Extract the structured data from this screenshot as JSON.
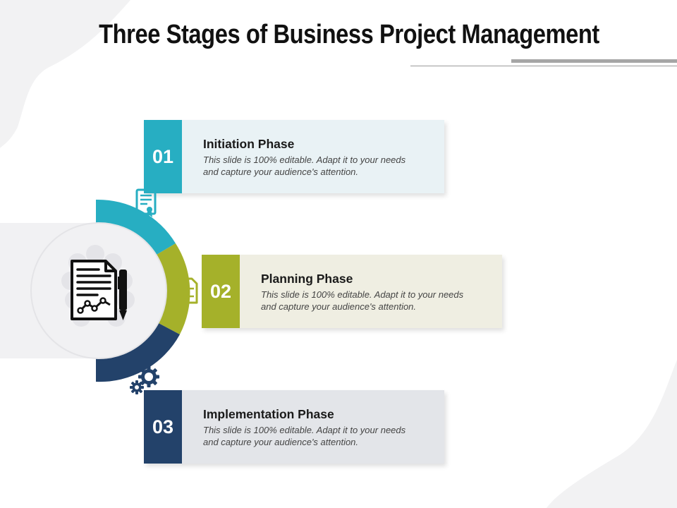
{
  "slide": {
    "title": "Three Stages of Business Project Management"
  },
  "colors": {
    "teal": "#27aec2",
    "olive": "#a5b12a",
    "navy": "#23426a"
  },
  "phases": [
    {
      "number": "01",
      "title": "Initiation Phase",
      "description": "This slide is 100% editable. Adapt it to your needs and capture your audience's attention.",
      "icon": "certificate-icon"
    },
    {
      "number": "02",
      "title": "Planning Phase",
      "description": "This slide is 100% editable. Adapt it to your needs and capture your audience's attention.",
      "icon": "checklist-icon"
    },
    {
      "number": "03",
      "title": "Implementation Phase",
      "description": "This slide is 100% editable. Adapt it to your needs and capture your audience's attention.",
      "icon": "gears-icon"
    }
  ],
  "hub": {
    "icon": "report-document-pen-icon"
  }
}
